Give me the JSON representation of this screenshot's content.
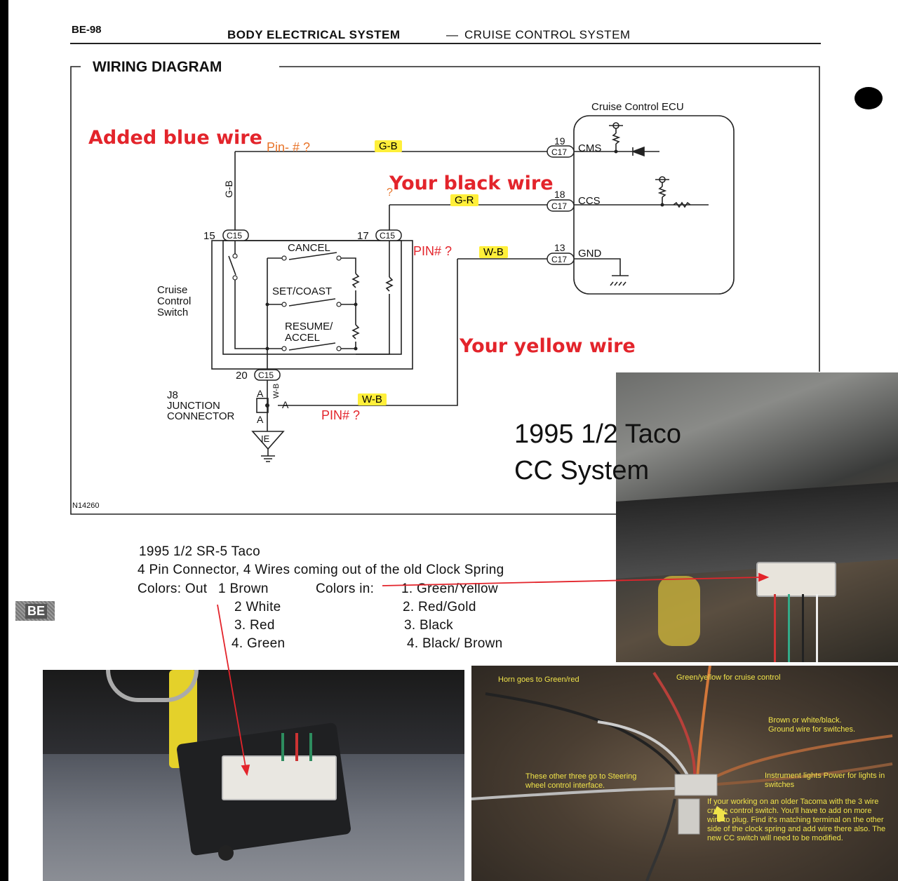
{
  "header": {
    "page_id": "BE-98",
    "system": "BODY ELECTRICAL SYSTEM",
    "subsystem": "CRUISE CONTROL SYSTEM",
    "side_tab": "BE"
  },
  "diagram": {
    "title": "WIRING DIAGRAM",
    "figure_id": "N14260",
    "ecu_label": "Cruise Control ECU",
    "ecu_pins": [
      {
        "num": "19",
        "conn": "C17",
        "name": "CMS"
      },
      {
        "num": "18",
        "conn": "C17",
        "name": "CCS"
      },
      {
        "num": "13",
        "conn": "C17",
        "name": "GND"
      }
    ],
    "switch_pins": [
      {
        "num": "15",
        "conn": "C15"
      },
      {
        "num": "17",
        "conn": "C15"
      },
      {
        "num": "20",
        "conn": "C15"
      }
    ],
    "switch_label": [
      "Cruise",
      "Control",
      "Switch"
    ],
    "switch_items": [
      "CANCEL",
      "SET/COAST",
      "RESUME/",
      "ACCEL"
    ],
    "wires": {
      "gb": "G-B",
      "gr": "G-R",
      "wb": "W-B"
    },
    "junction": [
      "J8",
      "JUNCTION",
      "CONNECTOR"
    ],
    "junction_pins": {
      "a": "A"
    },
    "ground": "IE"
  },
  "annotations": {
    "blue_wire": "Added blue wire",
    "black_wire": "Your black wire",
    "yellow_wire": "Your yellow wire",
    "pin_cms": "Pin- # ?",
    "pin_ccs": "?",
    "pin_gnd": "PIN# ?",
    "pin_junction": "PIN# ?",
    "taco_line1": "1995 1/2 Taco",
    "taco_line2": "CC System"
  },
  "notes": {
    "line1": "1995 1/2 SR-5 Taco",
    "line2": "4 Pin Connector, 4 Wires coming out of the old Clock Spring",
    "colors_out_label": "Colors: Out",
    "colors_in_label": "Colors in:",
    "out": [
      "1 Brown",
      "2 White",
      "3. Red",
      "4. Green"
    ],
    "in": [
      "1. Green/Yellow",
      "2. Red/Gold",
      "3. Black",
      "4. Black/ Brown"
    ]
  },
  "photo_labels": {
    "horn": "Horn goes to Green/red",
    "cruise": "Green/yellow for cruise control",
    "ground": "Brown or white/black. Ground wire for switches.",
    "other_three": "These other three go to Steering wheel control interface.",
    "instrument": "Instrument lights Power for lights in switches",
    "older": "If your working on an older Tacoma with the 3 wire cruise control switch. You'll have to add on more wire to plug. Find it's matching terminal on the other side of the clock spring and add wire there also. The new CC switch will need to be modified."
  }
}
